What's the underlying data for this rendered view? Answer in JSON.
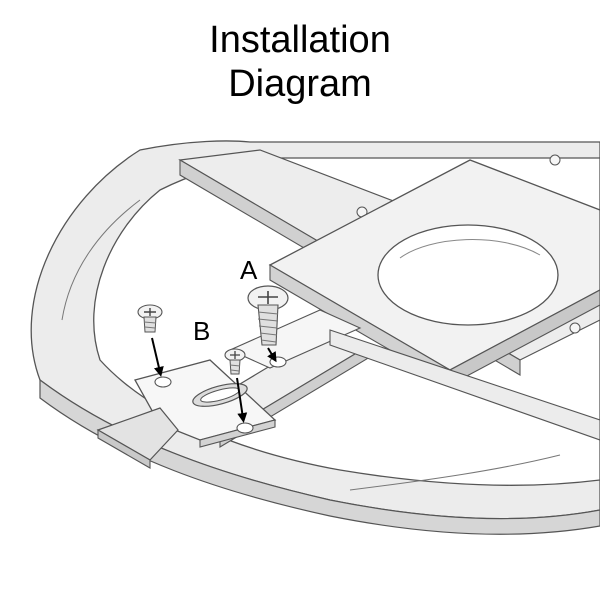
{
  "title": {
    "line1": "Installation",
    "line2": "Diagram"
  },
  "callouts": {
    "a": "A",
    "b": "B"
  },
  "colors": {
    "part_fill": "#ececec",
    "part_face": "#f6f6f6",
    "part_shadow": "#d4d4d4",
    "outline": "#555555",
    "arrow": "#000000",
    "title_text": "#000000"
  }
}
